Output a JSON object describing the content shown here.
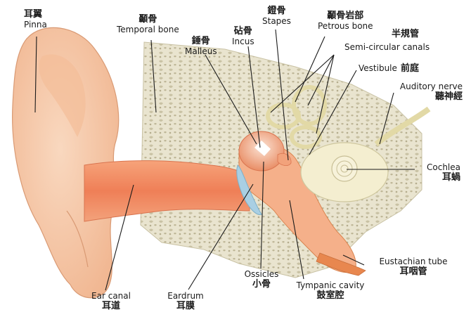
{
  "labels": {
    "pinna": {
      "zh": "耳翼",
      "en": "Pinna"
    },
    "temporal_bone": {
      "zh": "顳骨",
      "en": "Temporal bone"
    },
    "malleus": {
      "zh": "錘骨",
      "en": "Malleus"
    },
    "incus": {
      "zh": "砧骨",
      "en": "Incus"
    },
    "stapes": {
      "zh": "鐙骨",
      "en": "Stapes"
    },
    "petrous_bone": {
      "zh": "顳骨岩部",
      "en": "Petrous bone"
    },
    "semicircular_canals": {
      "zh": "半規管",
      "en": "Semi-circular canals"
    },
    "vestibule": {
      "zh": "前庭",
      "en": "Vestibule"
    },
    "auditory_nerve": {
      "zh": "聽神經",
      "en": "Auditory nerve"
    },
    "cochlea": {
      "zh": "耳蝸",
      "en": "Cochlea"
    },
    "eustachian_tube": {
      "zh": "耳咽管",
      "en": "Eustachian tube"
    },
    "tympanic_cavity": {
      "zh": "鼓室腔",
      "en": "Tympanic cavity"
    },
    "ossicles": {
      "zh": "小骨",
      "en": "Ossicles"
    },
    "eardrum": {
      "zh": "耳膜",
      "en": "Eardrum"
    },
    "ear_canal": {
      "zh": "耳道",
      "en": "Ear canal"
    }
  },
  "colors": {
    "skin": "#f6c9a6",
    "canal": "#f08a5e",
    "bone": "#e6e1cc",
    "labyrinth": "#f4eed0",
    "eardrum": "#a9cfe3",
    "leader": "#1a1a1a"
  }
}
